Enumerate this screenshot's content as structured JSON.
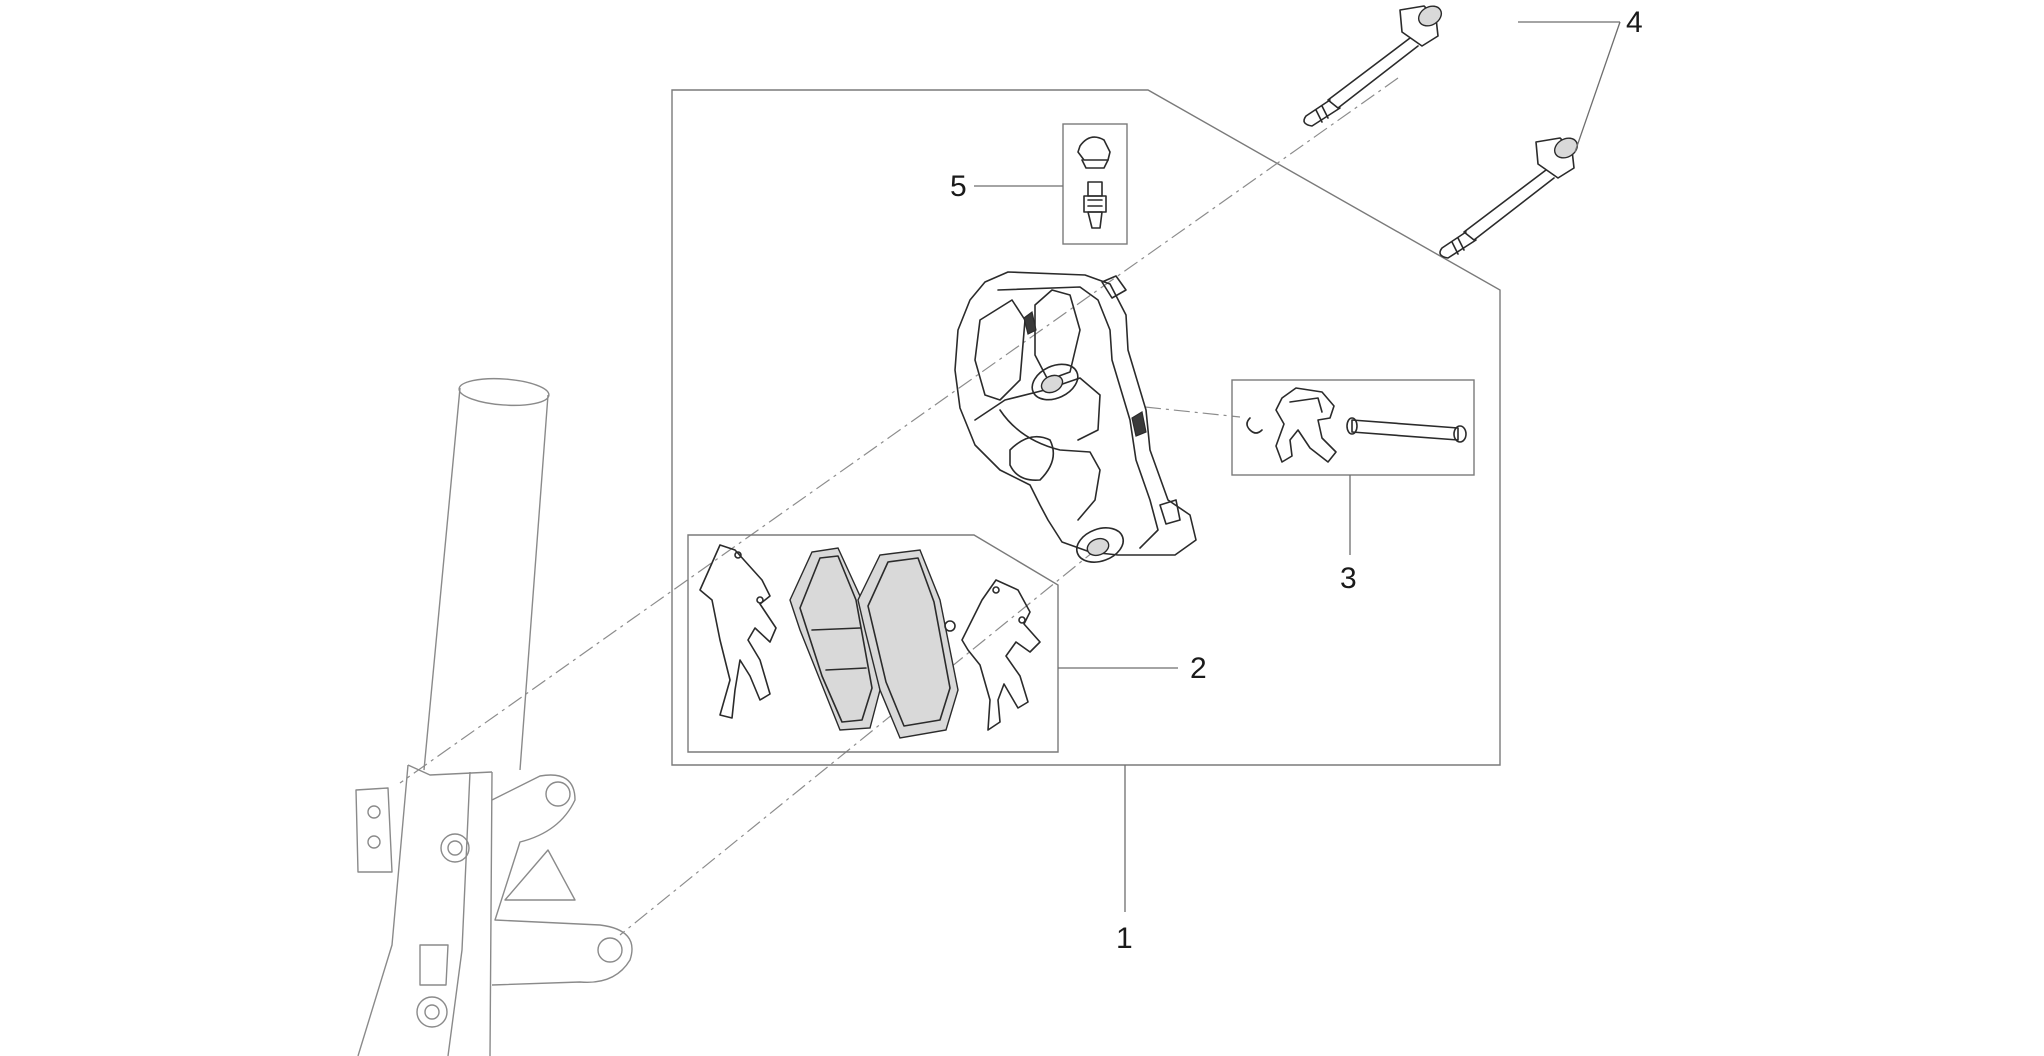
{
  "diagram": {
    "callouts": {
      "c1": "1",
      "c2": "2",
      "c3": "3",
      "c4": "4",
      "c5": "5"
    },
    "colors": {
      "line": "#2b2b2b",
      "frame": "#7a7a7a",
      "fork_line": "#8a8a8a",
      "background": "#ffffff"
    }
  }
}
